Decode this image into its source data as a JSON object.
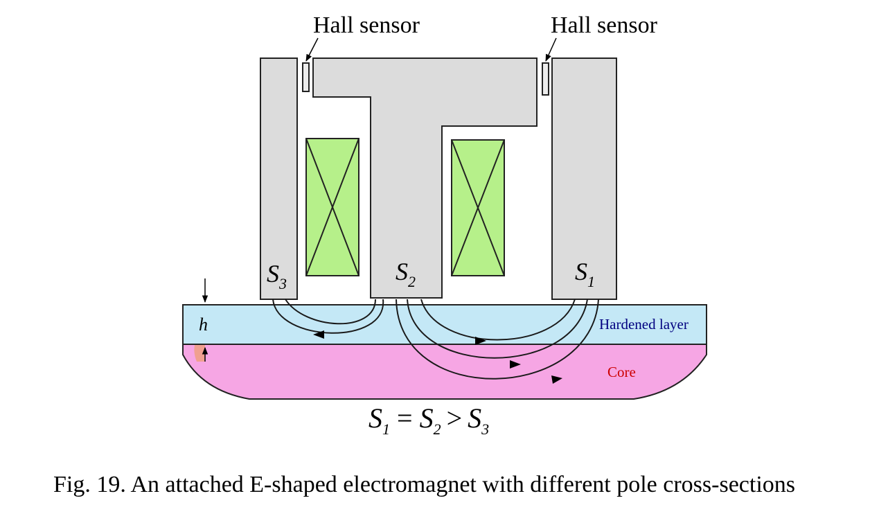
{
  "labels": {
    "hall_sensor_left": "Hall sensor",
    "hall_sensor_right": "Hall sensor",
    "pole_s3": "S",
    "pole_s3_sub": "3",
    "pole_s2": "S",
    "pole_s2_sub": "2",
    "pole_s1": "S",
    "pole_s1_sub": "1",
    "depth": "h",
    "hardened_layer": "Hardened layer",
    "core": "Core"
  },
  "equation": {
    "s1": "S",
    "s1_sub": "1",
    "eq": "=",
    "s2": "S",
    "s2_sub": "2",
    "gt": ">",
    "s3": "S",
    "s3_sub": "3"
  },
  "caption": "Fig. 19. An attached E-shaped electromagnet with different pole cross-sections",
  "colors": {
    "core_iron": "#dcdcdc",
    "coil": "#b6f08a",
    "hardened_layer": "#c4e8f6",
    "core": "#f6a6e4",
    "hardened_label": "#000080",
    "core_label": "#cc0000",
    "depth_marker": "#f0a090"
  }
}
